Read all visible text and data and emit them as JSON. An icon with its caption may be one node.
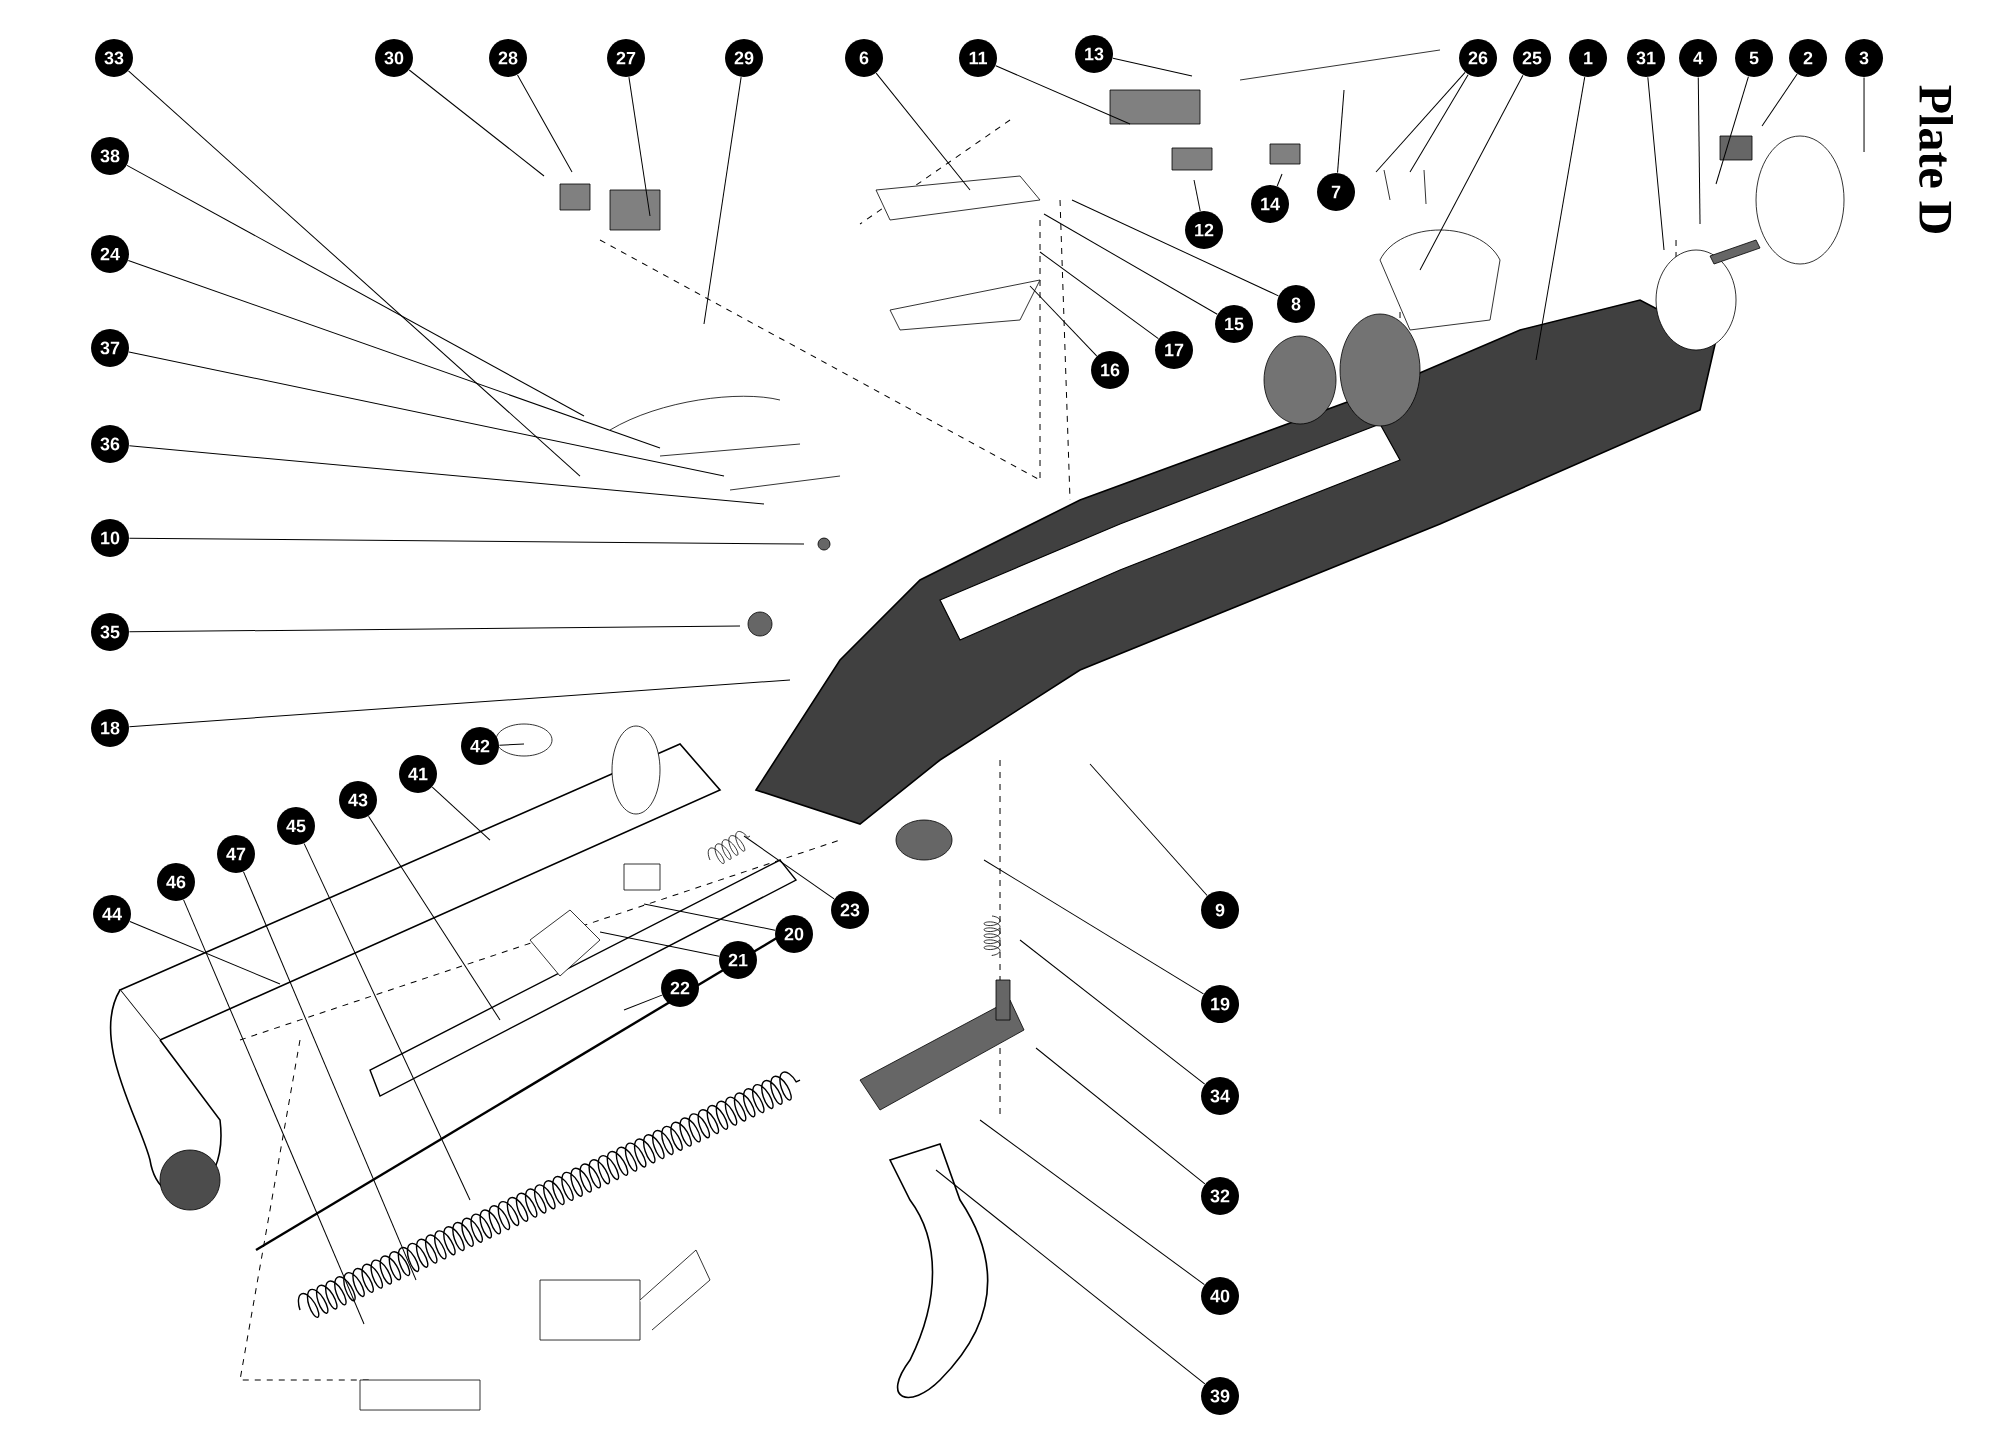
{
  "diagram": {
    "title": "Plate D",
    "nodes": [
      {
        "text": [
          "33"
        ]
      },
      {
        "text": [
          "30"
        ]
      },
      {
        "text": [
          "28"
        ]
      },
      {
        "text": [
          "27"
        ]
      },
      {
        "text": [
          "29"
        ]
      },
      {
        "text": [
          "6"
        ]
      },
      {
        "text": [
          "11"
        ]
      },
      {
        "text": [
          "13"
        ]
      },
      {
        "text": [
          "26"
        ]
      },
      {
        "text": [
          "25"
        ]
      },
      {
        "text": [
          "1"
        ]
      },
      {
        "text": [
          "31"
        ]
      },
      {
        "text": [
          "4"
        ]
      },
      {
        "text": [
          "5"
        ]
      },
      {
        "text": [
          "2"
        ]
      },
      {
        "text": [
          "3"
        ]
      },
      {
        "text": [
          "7"
        ]
      },
      {
        "text": [
          "14"
        ]
      },
      {
        "text": [
          "12"
        ]
      },
      {
        "text": [
          "8"
        ]
      },
      {
        "text": [
          "15"
        ]
      },
      {
        "text": [
          "17"
        ]
      },
      {
        "text": [
          "16"
        ]
      },
      {
        "text": [
          "38"
        ]
      },
      {
        "text": [
          "24"
        ]
      },
      {
        "text": [
          "37"
        ]
      },
      {
        "text": [
          "36"
        ]
      },
      {
        "text": [
          "10"
        ]
      },
      {
        "text": [
          "35"
        ]
      },
      {
        "text": [
          "18"
        ]
      },
      {
        "text": [
          "42"
        ]
      },
      {
        "text": [
          "41"
        ]
      },
      {
        "text": [
          "43"
        ]
      },
      {
        "text": [
          "45"
        ]
      },
      {
        "text": [
          "47"
        ]
      },
      {
        "text": [
          "46"
        ]
      },
      {
        "text": [
          "44"
        ]
      },
      {
        "text": [
          "23"
        ]
      },
      {
        "text": [
          "20"
        ]
      },
      {
        "text": [
          "21"
        ]
      },
      {
        "text": [
          "22"
        ]
      },
      {
        "text": [
          "9"
        ]
      },
      {
        "text": [
          "19"
        ]
      },
      {
        "text": [
          "34"
        ]
      },
      {
        "text": [
          "32"
        ]
      },
      {
        "text": [
          "40"
        ]
      },
      {
        "text": [
          "39"
        ]
      }
    ],
    "edges": [
      {
        "from": 0,
        "to": null,
        "arrow": "none"
      },
      {
        "from": 1,
        "to": null,
        "arrow": "none"
      },
      {
        "from": 2,
        "to": null,
        "arrow": "none"
      },
      {
        "from": 3,
        "to": null,
        "arrow": "none"
      },
      {
        "from": 4,
        "to": null,
        "arrow": "none"
      },
      {
        "from": 5,
        "to": null,
        "arrow": "none"
      },
      {
        "from": 6,
        "to": null,
        "arrow": "none"
      },
      {
        "from": 7,
        "to": null,
        "arrow": "none"
      },
      {
        "from": 8,
        "to": null,
        "arrow": "none"
      },
      {
        "from": 8,
        "to": null,
        "arrow": "none"
      },
      {
        "from": 9,
        "to": null,
        "arrow": "none"
      },
      {
        "from": 10,
        "to": null,
        "arrow": "none"
      },
      {
        "from": 11,
        "to": null,
        "arrow": "none"
      },
      {
        "from": 12,
        "to": null,
        "arrow": "none"
      },
      {
        "from": 13,
        "to": null,
        "arrow": "none"
      },
      {
        "from": 14,
        "to": null,
        "arrow": "none"
      },
      {
        "from": 15,
        "to": null,
        "arrow": "none"
      },
      {
        "from": 16,
        "to": null,
        "arrow": "none"
      },
      {
        "from": 17,
        "to": null,
        "arrow": "none"
      },
      {
        "from": 18,
        "to": null,
        "arrow": "none"
      },
      {
        "from": 19,
        "to": null,
        "arrow": "none"
      },
      {
        "from": 20,
        "to": null,
        "arrow": "none"
      },
      {
        "from": 21,
        "to": null,
        "arrow": "none"
      },
      {
        "from": 22,
        "to": null,
        "arrow": "none"
      },
      {
        "from": 23,
        "to": null,
        "arrow": "none"
      },
      {
        "from": 24,
        "to": null,
        "arrow": "none"
      },
      {
        "from": 25,
        "to": null,
        "arrow": "none"
      },
      {
        "from": 26,
        "to": null,
        "arrow": "none"
      },
      {
        "from": 27,
        "to": null,
        "arrow": "none"
      },
      {
        "from": 28,
        "to": null,
        "arrow": "none"
      },
      {
        "from": 29,
        "to": null,
        "arrow": "none"
      },
      {
        "from": 30,
        "to": null,
        "arrow": "none"
      },
      {
        "from": 31,
        "to": null,
        "arrow": "none"
      },
      {
        "from": 32,
        "to": null,
        "arrow": "none"
      },
      {
        "from": 33,
        "to": null,
        "arrow": "none"
      },
      {
        "from": 34,
        "to": null,
        "arrow": "none"
      },
      {
        "from": 35,
        "to": null,
        "arrow": "none"
      },
      {
        "from": 36,
        "to": null,
        "arrow": "none"
      },
      {
        "from": 37,
        "to": null,
        "arrow": "none"
      },
      {
        "from": 38,
        "to": null,
        "arrow": "none"
      },
      {
        "from": 39,
        "to": null,
        "arrow": "none"
      },
      {
        "from": 40,
        "to": null,
        "arrow": "none"
      },
      {
        "from": 41,
        "to": null,
        "arrow": "none"
      },
      {
        "from": 42,
        "to": null,
        "arrow": "none"
      },
      {
        "from": 43,
        "to": null,
        "arrow": "none"
      },
      {
        "from": 44,
        "to": null,
        "arrow": "none"
      },
      {
        "from": 45,
        "to": null,
        "arrow": "none"
      },
      {
        "from": 46,
        "to": null,
        "arrow": "none"
      }
    ]
  }
}
